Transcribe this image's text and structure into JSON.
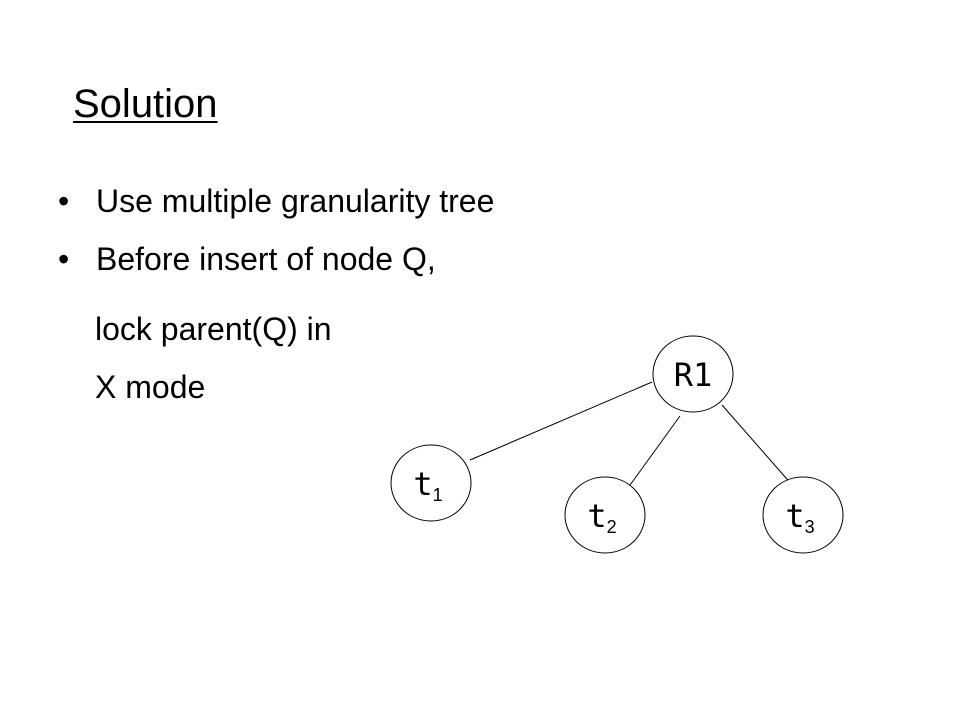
{
  "slide": {
    "title": "Solution",
    "bullets": [
      {
        "marker": "•",
        "text": "Use multiple granularity tree"
      },
      {
        "marker": "•",
        "text": "Before insert of node Q,"
      }
    ],
    "continuation": [
      "lock parent(Q) in",
      "X mode"
    ]
  },
  "tree": {
    "root": {
      "label": "R1"
    },
    "children": [
      {
        "base": "t",
        "sub": "1"
      },
      {
        "base": "t",
        "sub": "2"
      },
      {
        "base": "t",
        "sub": "3"
      }
    ]
  }
}
